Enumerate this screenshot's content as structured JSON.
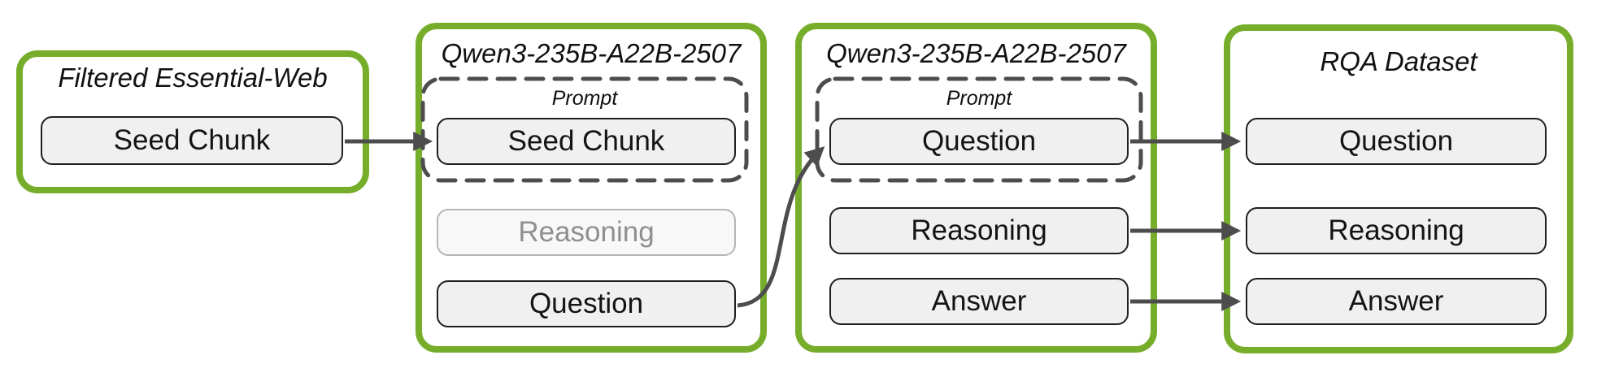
{
  "colors": {
    "group_border": "#76ae2b",
    "connector": "#4d4d4d",
    "pill_fill": "#f0f0f0",
    "pill_border": "#1f1f1f",
    "pill_text": "#141414",
    "ghost_fill": "#f8f8f8",
    "ghost_border": "#b5b5b5",
    "ghost_text": "#8f8f8f",
    "title_text": "#111111"
  },
  "groups": [
    {
      "title": "Filtered Essential-Web",
      "pills": [
        {
          "label": "Seed Chunk"
        }
      ]
    },
    {
      "title": "Qwen3-235B-A22B-2507",
      "prompt_label": "Prompt",
      "pills": [
        {
          "label": "Seed Chunk"
        },
        {
          "label": "Reasoning",
          "state": "ghost"
        },
        {
          "label": "Question"
        }
      ]
    },
    {
      "title": "Qwen3-235B-A22B-2507",
      "prompt_label": "Prompt",
      "pills": [
        {
          "label": "Question"
        },
        {
          "label": "Reasoning"
        },
        {
          "label": "Answer"
        }
      ]
    },
    {
      "title": "RQA Dataset",
      "pills": [
        {
          "label": "Question"
        },
        {
          "label": "Reasoning"
        },
        {
          "label": "Answer"
        }
      ]
    }
  ]
}
